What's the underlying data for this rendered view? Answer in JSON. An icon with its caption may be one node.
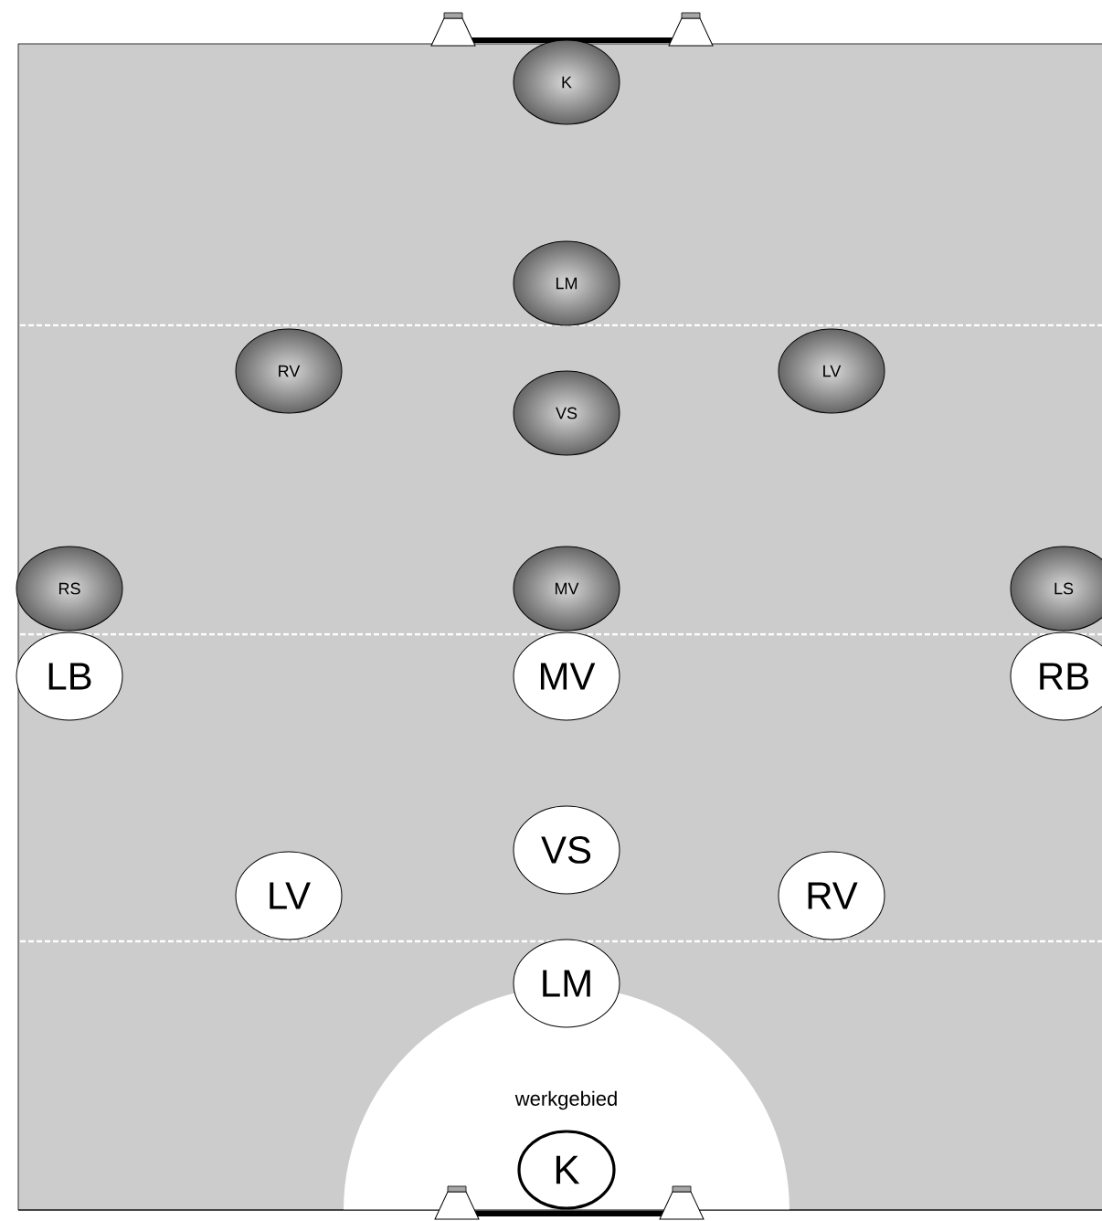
{
  "diagram": {
    "nodes": [
      {
        "text": [
          "K"
        ]
      },
      {
        "text": [
          "LM"
        ]
      },
      {
        "text": [
          "RV"
        ]
      },
      {
        "text": [
          "LV"
        ]
      },
      {
        "text": [
          "VS"
        ]
      },
      {
        "text": [
          "RS"
        ]
      },
      {
        "text": [
          "MV"
        ]
      },
      {
        "text": [
          "LS"
        ]
      },
      {
        "text": [
          "LB"
        ]
      },
      {
        "text": [
          "MV"
        ]
      },
      {
        "text": [
          "RB"
        ]
      },
      {
        "text": [
          "VS"
        ]
      },
      {
        "text": [
          "LV"
        ]
      },
      {
        "text": [
          "RV"
        ]
      },
      {
        "text": [
          "LM"
        ]
      },
      {
        "text": [
          "werkgebied"
        ]
      },
      {
        "text": [
          "K"
        ],
        "in": 15
      }
    ]
  }
}
